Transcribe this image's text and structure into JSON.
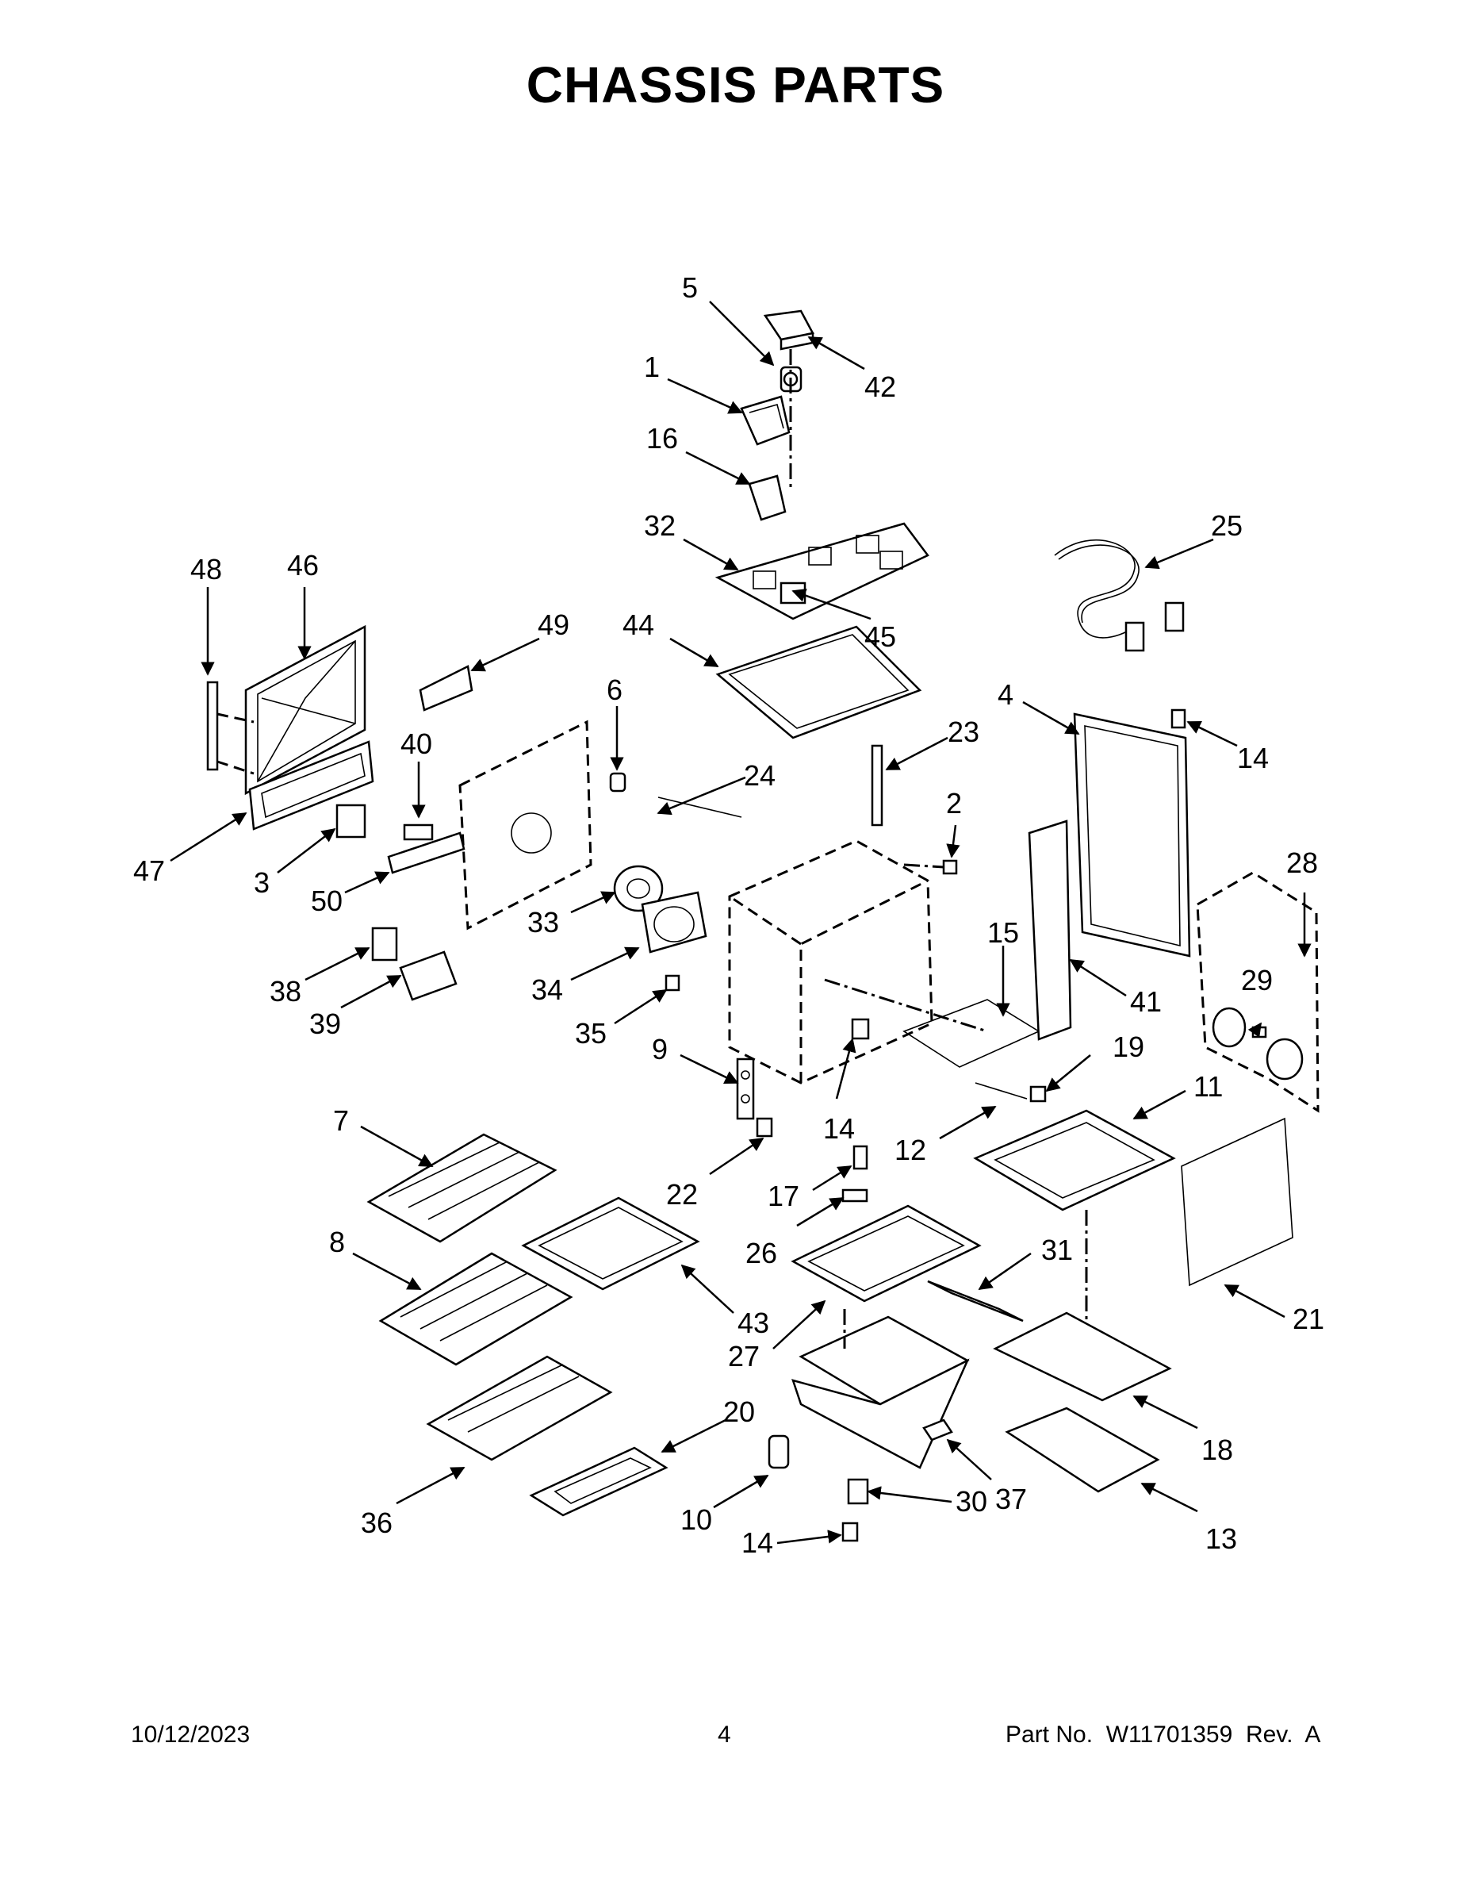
{
  "title": "CHASSIS PARTS",
  "footer": {
    "date": "10/12/2023",
    "page": "4",
    "part_no": "Part No.  W11701359  Rev.  A"
  },
  "callouts": [
    {
      "id": "c5",
      "label": "5"
    },
    {
      "id": "c42",
      "label": "42"
    },
    {
      "id": "c1",
      "label": "1"
    },
    {
      "id": "c16",
      "label": "16"
    },
    {
      "id": "c32",
      "label": "32"
    },
    {
      "id": "c45",
      "label": "45"
    },
    {
      "id": "c44",
      "label": "44"
    },
    {
      "id": "c25",
      "label": "25"
    },
    {
      "id": "c48",
      "label": "48"
    },
    {
      "id": "c46",
      "label": "46"
    },
    {
      "id": "c49",
      "label": "49"
    },
    {
      "id": "c6",
      "label": "6"
    },
    {
      "id": "c40",
      "label": "40"
    },
    {
      "id": "c24",
      "label": "24"
    },
    {
      "id": "c23",
      "label": "23"
    },
    {
      "id": "c4",
      "label": "4"
    },
    {
      "id": "c14a",
      "label": "14"
    },
    {
      "id": "c47",
      "label": "47"
    },
    {
      "id": "c3",
      "label": "3"
    },
    {
      "id": "c2",
      "label": "2"
    },
    {
      "id": "c28",
      "label": "28"
    },
    {
      "id": "c50",
      "label": "50"
    },
    {
      "id": "c15",
      "label": "15"
    },
    {
      "id": "c33",
      "label": "33"
    },
    {
      "id": "c38",
      "label": "38"
    },
    {
      "id": "c29",
      "label": "29"
    },
    {
      "id": "c41",
      "label": "41"
    },
    {
      "id": "c34",
      "label": "34"
    },
    {
      "id": "c39",
      "label": "39"
    },
    {
      "id": "c35",
      "label": "35"
    },
    {
      "id": "c19",
      "label": "19"
    },
    {
      "id": "c9",
      "label": "9"
    },
    {
      "id": "c11",
      "label": "11"
    },
    {
      "id": "c7",
      "label": "7"
    },
    {
      "id": "c14b",
      "label": "14"
    },
    {
      "id": "c12",
      "label": "12"
    },
    {
      "id": "c22",
      "label": "22"
    },
    {
      "id": "c17",
      "label": "17"
    },
    {
      "id": "c26",
      "label": "26"
    },
    {
      "id": "c31",
      "label": "31"
    },
    {
      "id": "c8",
      "label": "8"
    },
    {
      "id": "c43",
      "label": "43"
    },
    {
      "id": "c27",
      "label": "27"
    },
    {
      "id": "c21",
      "label": "21"
    },
    {
      "id": "c20",
      "label": "20"
    },
    {
      "id": "c18",
      "label": "18"
    },
    {
      "id": "c30",
      "label": "30"
    },
    {
      "id": "c37",
      "label": "37"
    },
    {
      "id": "c36",
      "label": "36"
    },
    {
      "id": "c10",
      "label": "10"
    },
    {
      "id": "c14c",
      "label": "14"
    },
    {
      "id": "c13",
      "label": "13"
    }
  ]
}
